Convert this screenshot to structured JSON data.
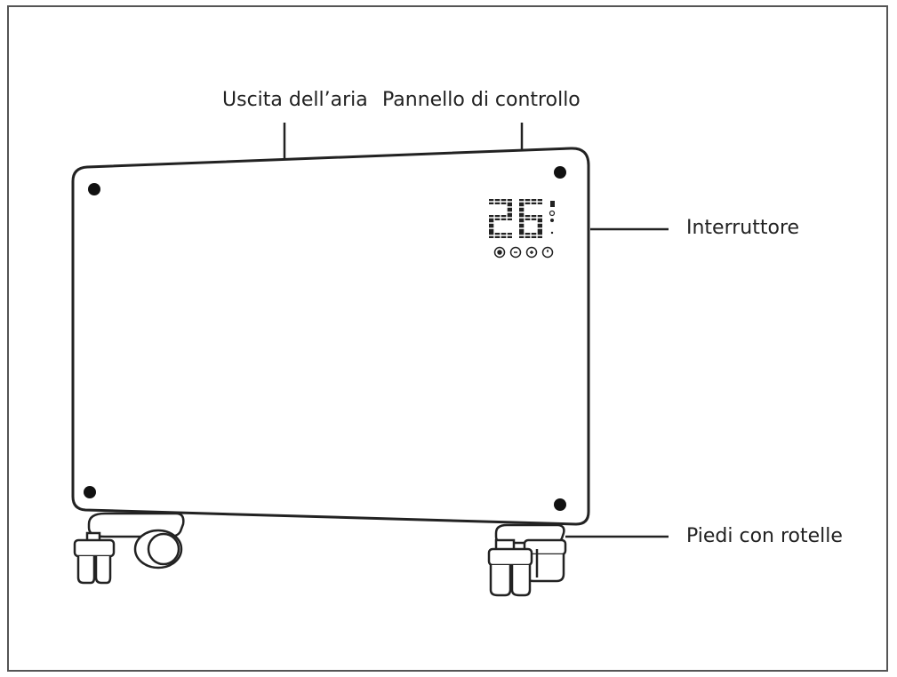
{
  "labels": {
    "air_outlet": "Uscita dell’aria",
    "control_panel": "Pannello di controllo",
    "switch": "Interruttore",
    "feet": "Piedi con rotelle"
  },
  "display": {
    "temperature": "26"
  },
  "colors": {
    "line": "#222222",
    "background": "#ffffff"
  }
}
